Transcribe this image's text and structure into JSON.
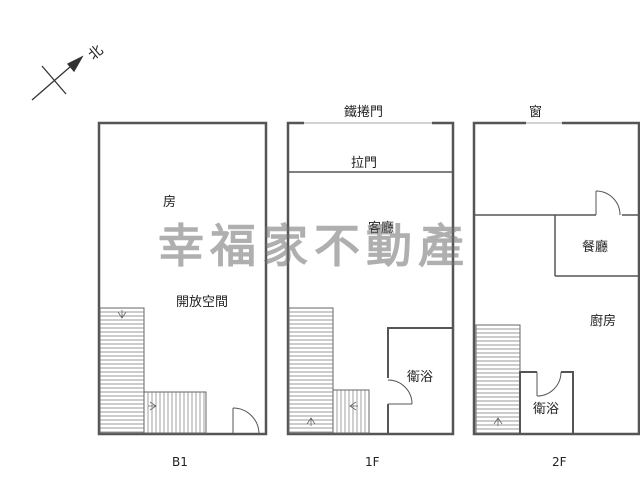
{
  "compass": {
    "label": "北",
    "icon": "north-arrow-icon"
  },
  "watermark": {
    "text": "幸福家不動產"
  },
  "floors": {
    "b1": {
      "name": "B1",
      "rooms": {
        "room": "房",
        "open_space": "開放空間"
      }
    },
    "f1": {
      "name": "1F",
      "rooms": {
        "rolling_door": "鐵捲門",
        "sliding_door": "拉門",
        "living_room": "客廳",
        "bathroom": "衛浴"
      }
    },
    "f2": {
      "name": "2F",
      "rooms": {
        "window": "窗",
        "dining_room": "餐廳",
        "kitchen": "廚房",
        "bathroom": "衛浴"
      }
    }
  },
  "colors": {
    "wall": "#555555",
    "line": "#666666",
    "watermark": "#6f6f6f"
  }
}
